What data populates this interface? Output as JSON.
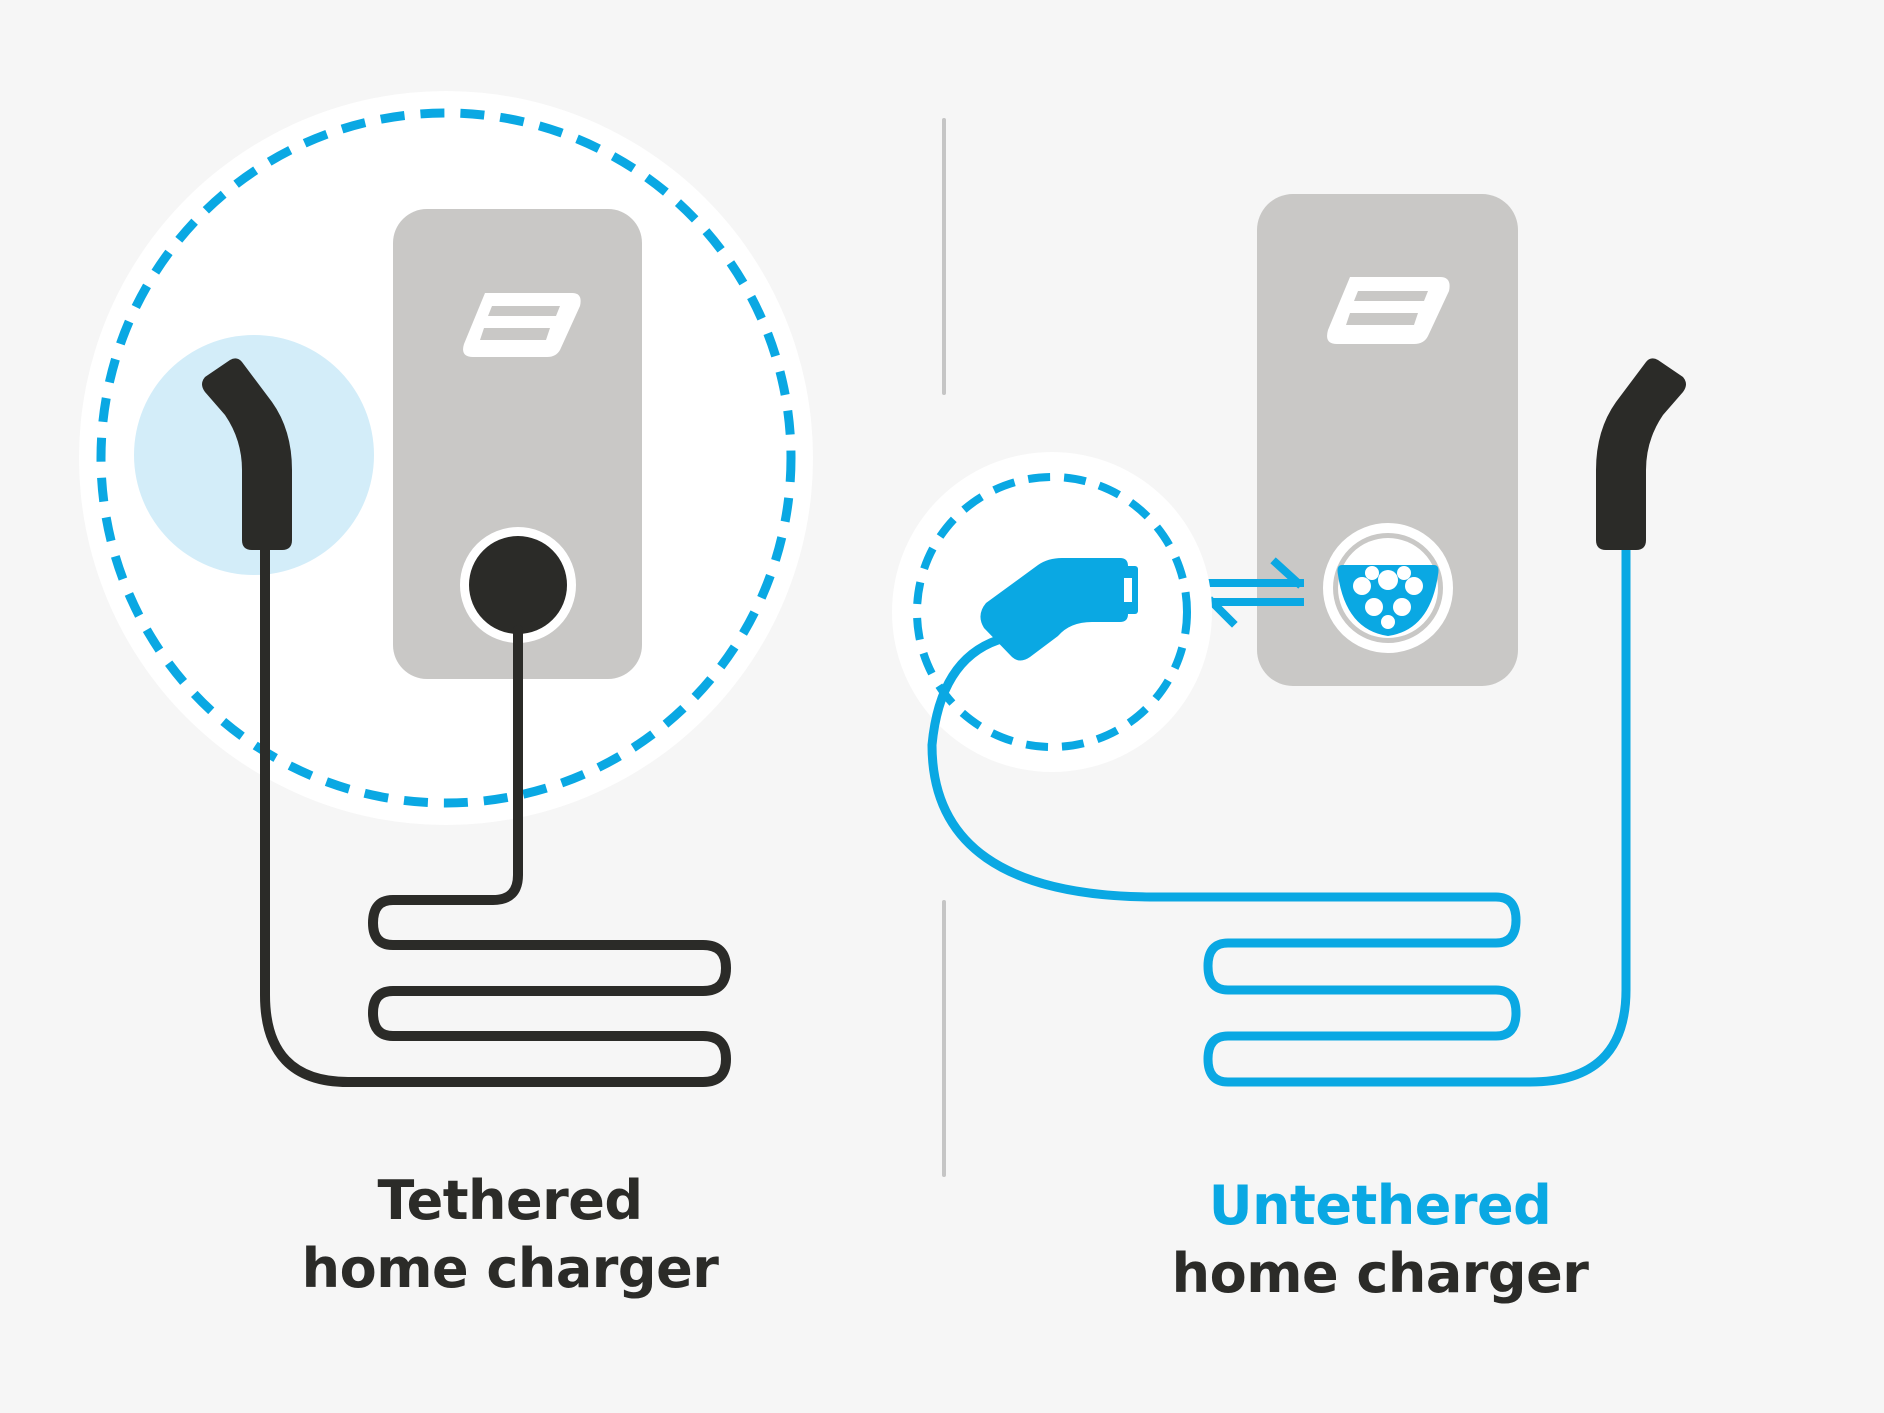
{
  "colors": {
    "background": "#f6f6f6",
    "dark": "#2b2b28",
    "accent": "#0aa8e3",
    "accent_light": "#d3edf9",
    "panel_grey": "#c9c8c6",
    "divider": "#c5c5c5"
  },
  "tethered": {
    "title_line1": "Tethered",
    "title_line2": "home charger"
  },
  "untethered": {
    "title_line1": "Untethered",
    "title_line2": "home charger"
  },
  "icons": {
    "brand_logo": "e-logo",
    "swap_arrows": "bidirectional-arrows-icon",
    "type2_socket": "type2-socket-icon",
    "connector": "charging-connector-icon"
  }
}
